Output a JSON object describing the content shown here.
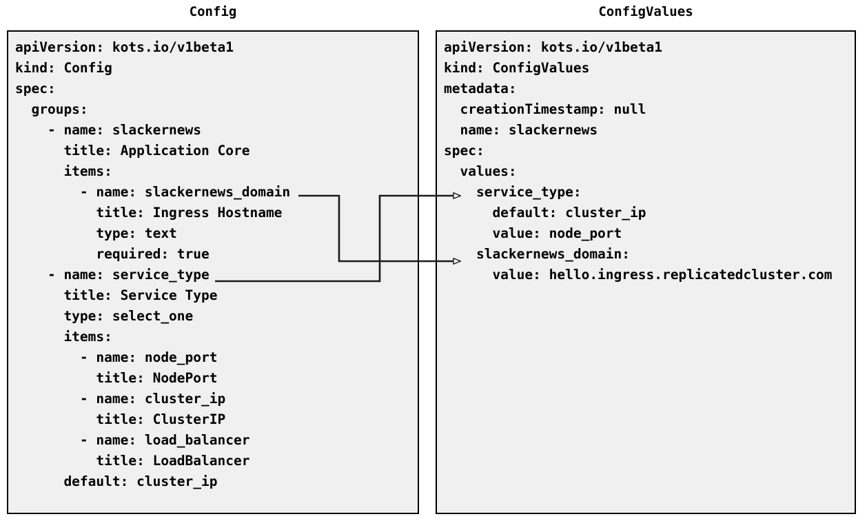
{
  "diagram": {
    "type": "yaml-mapping-diagram",
    "background_color": "#ffffff",
    "panel_background_color": "#f0f0f0",
    "panel_border_color": "#000000",
    "connector_color": "#1a1a1a",
    "text_color": "#000000"
  },
  "left_panel": {
    "title": "Config",
    "yaml_text": "apiVersion: kots.io/v1beta1\nkind: Config\nspec:\n  groups:\n    - name: slackernews\n      title: Application Core\n      items:\n        - name: slackernews_domain\n          title: Ingress Hostname\n          type: text\n          required: true\n    - name: service_type\n      title: Service Type\n      type: select_one\n      items:\n        - name: node_port\n          title: NodePort\n        - name: cluster_ip\n          title: ClusterIP\n        - name: load_balancer\n          title: LoadBalancer\n      default: cluster_ip",
    "lines": [
      "apiVersion: kots.io/v1beta1",
      "kind: Config",
      "spec:",
      "  groups:",
      "    - name: slackernews",
      "      title: Application Core",
      "      items:",
      "        - name: slackernews_domain",
      "          title: Ingress Hostname",
      "          type: text",
      "          required: true",
      "    - name: service_type",
      "      title: Service Type",
      "      type: select_one",
      "      items:",
      "        - name: node_port",
      "          title: NodePort",
      "        - name: cluster_ip",
      "          title: ClusterIP",
      "        - name: load_balancer",
      "          title: LoadBalancer",
      "      default: cluster_ip"
    ]
  },
  "right_panel": {
    "title": "ConfigValues",
    "yaml_text": "apiVersion: kots.io/v1beta1\nkind: ConfigValues\nmetadata:\n  creationTimestamp: null\n  name: slackernews\nspec:\n  values:\n    service_type:\n      default: cluster_ip\n      value: node_port\n    slackernews_domain:\n      value: hello.ingress.replicatedcluster.com",
    "lines": [
      "apiVersion: kots.io/v1beta1",
      "kind: ConfigValues",
      "metadata:",
      "  creationTimestamp: null",
      "  name: slackernews",
      "spec:",
      "  values:",
      "    service_type:",
      "      default: cluster_ip",
      "      value: node_port",
      "    slackernews_domain:",
      "      value: hello.ingress.replicatedcluster.com"
    ]
  },
  "connectors": [
    {
      "id": "slackernews-domain-link",
      "from_label": "slackernews_domain",
      "to_label": "slackernews_domain:",
      "arrowhead": "open-triangle"
    },
    {
      "id": "service-type-link",
      "from_label": "service_type",
      "to_label": "service_type:",
      "arrowhead": "open-triangle"
    }
  ]
}
